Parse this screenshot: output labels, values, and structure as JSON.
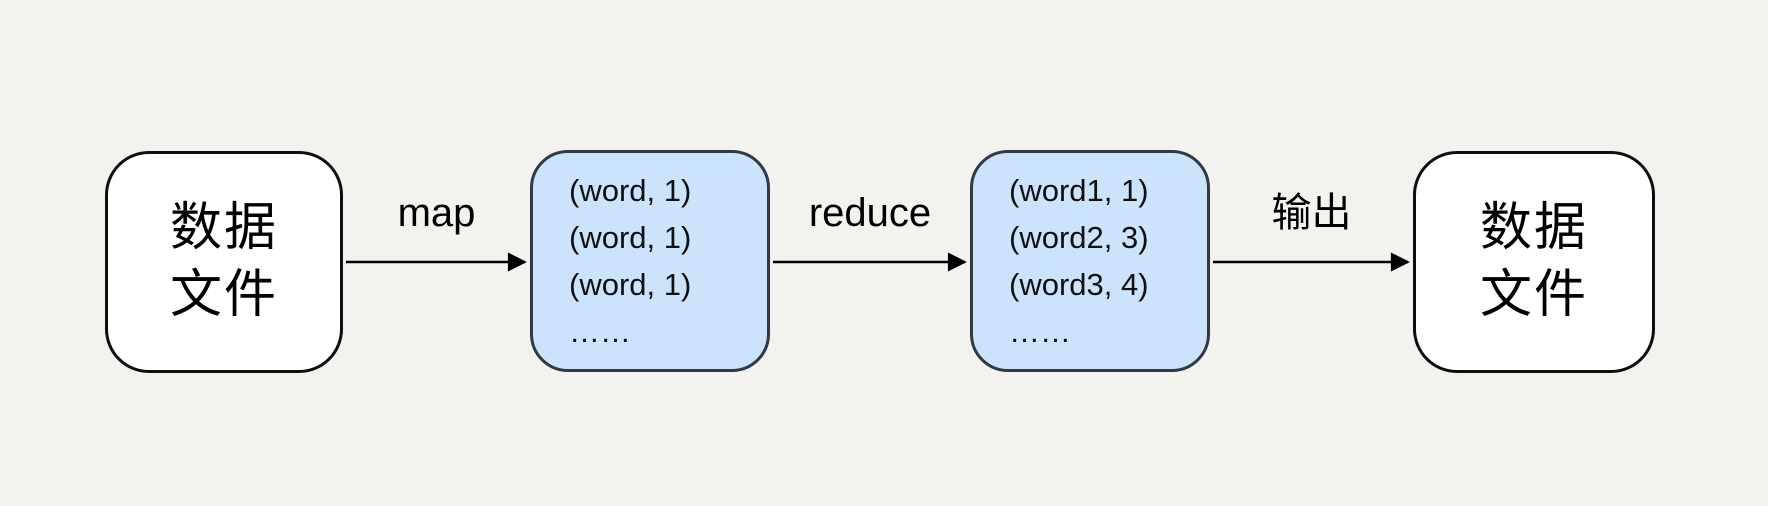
{
  "diagram": {
    "type": "flow",
    "background_color": "#f4f2ee",
    "colors": {
      "file_node_fill": "#ffffff",
      "file_node_border": "#0e0e0e",
      "tuple_node_fill": "#cce3fc",
      "tuple_node_border": "#2f3a45",
      "arrow": "#000000",
      "text": "#000000"
    },
    "nodes": [
      {
        "id": "input-data-file",
        "type": "file",
        "lines": [
          "数据",
          "文件"
        ]
      },
      {
        "id": "map-output",
        "type": "tuples",
        "lines": [
          "(word, 1)",
          "(word, 1)",
          "(word, 1)",
          "……"
        ]
      },
      {
        "id": "reduce-output",
        "type": "tuples",
        "lines": [
          "(word1, 1)",
          "(word2, 3)",
          "(word3, 4)",
          "……"
        ]
      },
      {
        "id": "output-data-file",
        "type": "file",
        "lines": [
          "数据",
          "文件"
        ]
      }
    ],
    "edges": [
      {
        "from": "input-data-file",
        "to": "map-output",
        "label": "map"
      },
      {
        "from": "map-output",
        "to": "reduce-output",
        "label": "reduce"
      },
      {
        "from": "reduce-output",
        "to": "output-data-file",
        "label": "输出"
      }
    ]
  }
}
